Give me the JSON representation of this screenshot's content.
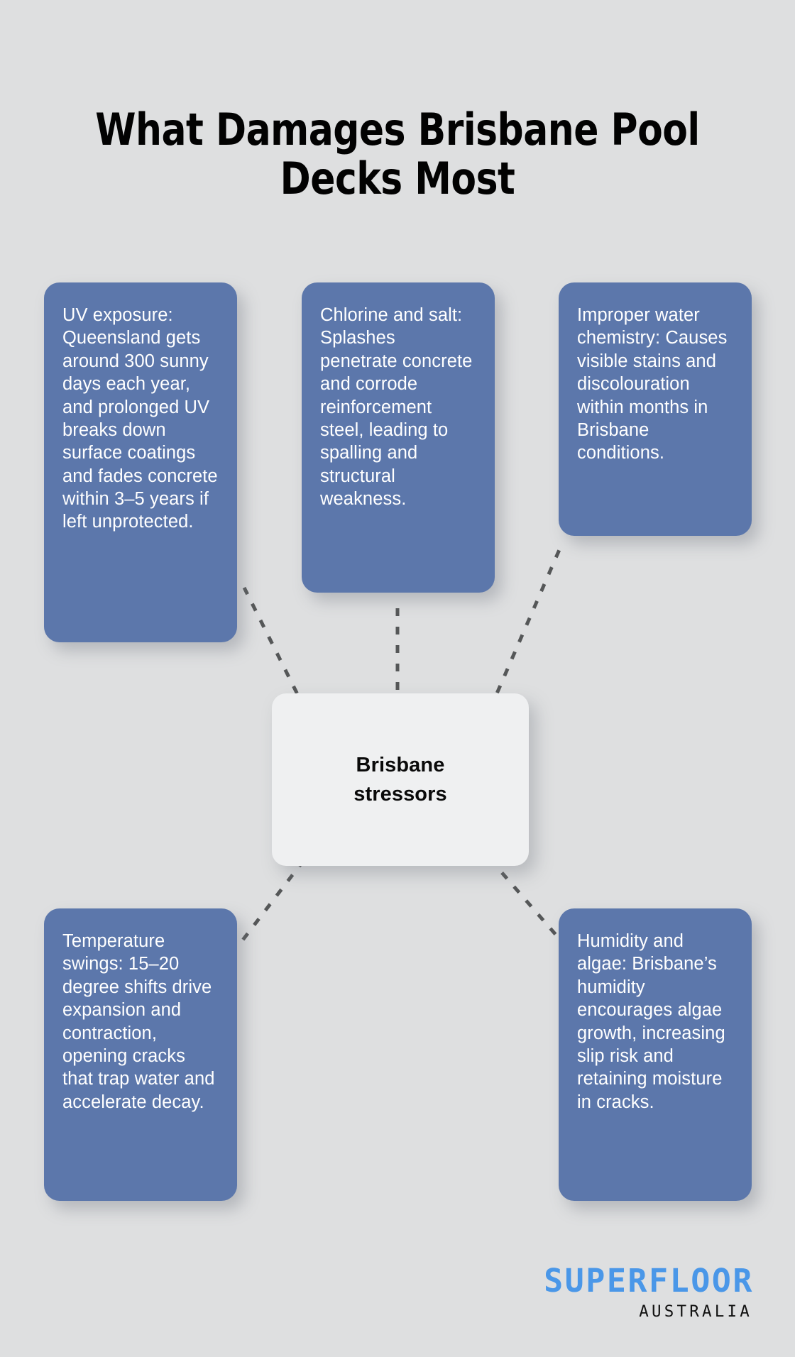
{
  "page": {
    "title": "What Damages Brisbane Pool Decks Most",
    "background_color": "#dedfe0",
    "card_color": "#5c77ab",
    "center_color": "#eff0f1",
    "connector_color": "#555758"
  },
  "center": {
    "label": "Brisbane\nstressors"
  },
  "cards": [
    {
      "id": "uv",
      "text": "UV exposure: Queensland gets around 300 sunny days each year, and prolonged UV breaks down surface coatings and fades concrete within 3–5 years if left unprotected."
    },
    {
      "id": "chlorine",
      "text": "Chlorine and salt: Splashes penetrate concrete and corrode reinforcement steel, leading to spalling and structural weakness."
    },
    {
      "id": "chemistry",
      "text": "Improper water chemistry: Causes visible stains and discolouration within months in Brisbane conditions."
    },
    {
      "id": "temperature",
      "text": "Temperature swings: 15–20 degree shifts drive expansion and contraction, opening cracks that trap water and accelerate decay."
    },
    {
      "id": "humidity",
      "text": "Humidity and algae: Brisbane’s humidity encourages algae growth, increasing slip risk and retaining moisture in cracks."
    }
  ],
  "logo": {
    "word": "SUPERFLOOR",
    "sub": "AUSTRALIA",
    "word_color": "#4a97e8",
    "sub_color": "#111111"
  }
}
